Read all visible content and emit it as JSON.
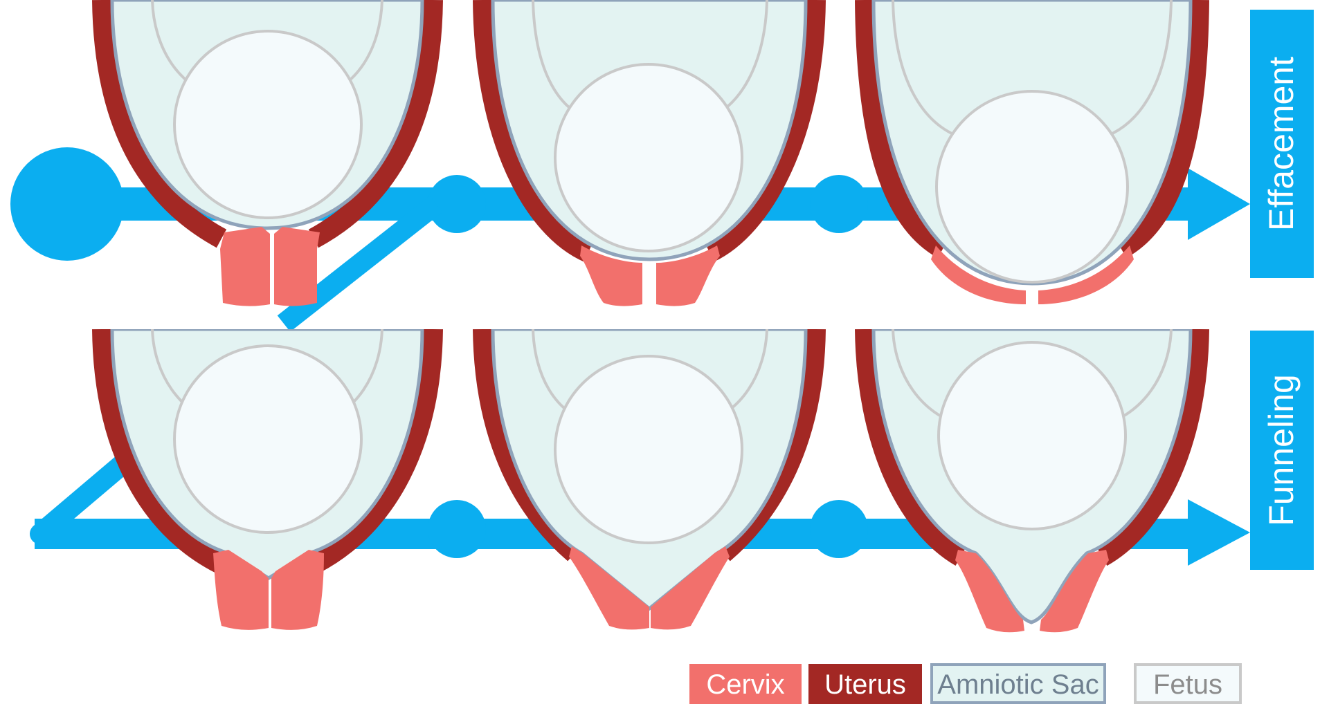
{
  "colors": {
    "track": "#0BAEF0",
    "uterus": "#A32824",
    "cervix": "#F2706C",
    "amniotic_sac_fill": "#E3F3F2",
    "amniotic_sac_stroke": "#8FA3BA",
    "fetus_fill": "#F4FAFC",
    "fetus_stroke": "#C9C9C9",
    "label_bg": "#0BAEF0",
    "label_text": "#FFFFFF"
  },
  "rows": [
    {
      "label": "Effacement"
    },
    {
      "label": "Funneling"
    }
  ],
  "legend": [
    {
      "label": "Cervix",
      "swatch": "cervix",
      "text_color": "#FFFFFF",
      "fill": "#F2706C",
      "stroke": "#F2706C"
    },
    {
      "label": "Uterus",
      "swatch": "uterus",
      "text_color": "#FFFFFF",
      "fill": "#A32824",
      "stroke": "#A32824"
    },
    {
      "label": "Amniotic Sac",
      "swatch": "amniotic-sac",
      "text_color": "#6E7F8F",
      "fill": "#E3F3F2",
      "stroke": "#8FA3BA"
    },
    {
      "label": "Fetus",
      "swatch": "fetus",
      "text_color": "#8C8C8C",
      "fill": "#F4FAFC",
      "stroke": "#C9C9C9"
    }
  ]
}
